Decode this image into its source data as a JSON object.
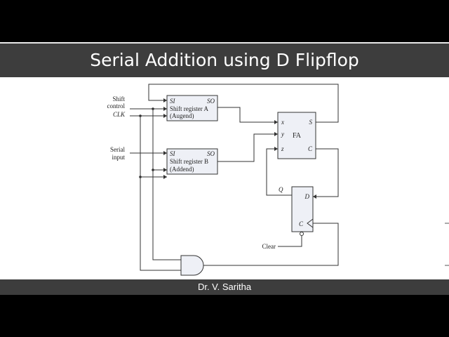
{
  "title": "Serial Addition using D Flipflop",
  "footer": "Dr. V. Saritha",
  "inputs": {
    "shift_control": [
      "Shift",
      "control"
    ],
    "clk": "CLK",
    "serial_input": [
      "Serial",
      "input"
    ],
    "clear": "Clear"
  },
  "shift_register_a": {
    "si": "SI",
    "so": "SO",
    "name": "Shift register A",
    "role": "(Augend)"
  },
  "shift_register_b": {
    "si": "SI",
    "so": "SO",
    "name": "Shift register B",
    "role": "(Addend)"
  },
  "full_adder": {
    "name": "FA",
    "x": "x",
    "y": "y",
    "z": "z",
    "s": "S",
    "c": "C"
  },
  "d_flipflop": {
    "q": "Q",
    "d": "D",
    "c": "C"
  }
}
